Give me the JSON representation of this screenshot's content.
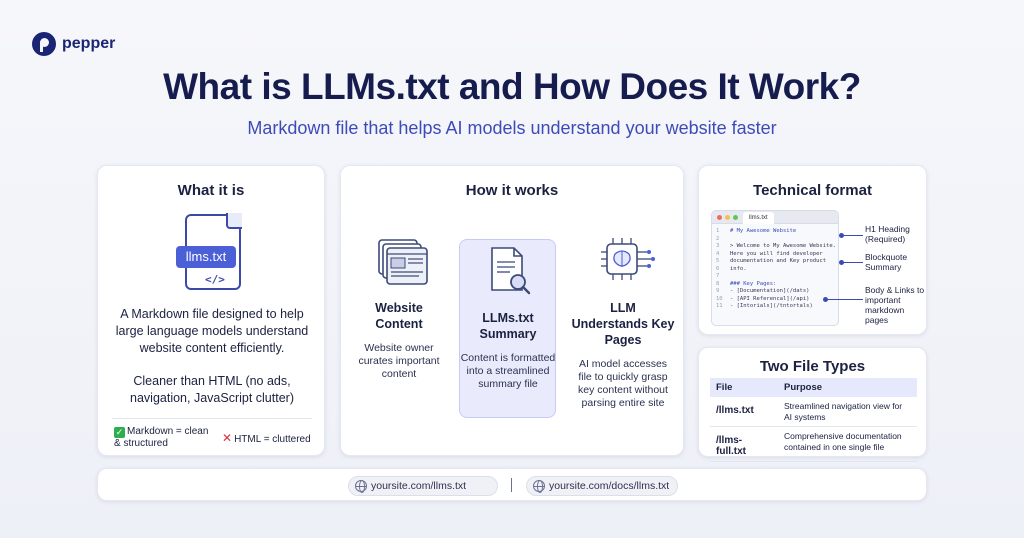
{
  "brand": {
    "name": "pepper",
    "color": "#1a2574"
  },
  "header": {
    "title": "What is LLMs.txt and How Does It Work?",
    "subtitle": "Markdown file that helps AI models understand your website faster"
  },
  "what_it_is": {
    "title": "What it is",
    "file_label": "llms.txt",
    "file_code": "</>",
    "description": "A Markdown file designed to help large language models understand website content efficiently.",
    "description2": "Cleaner than HTML (no ads, navigation, JavaScript clutter)",
    "good": "Markdown = clean & structured",
    "bad": "HTML = cluttered"
  },
  "how_it_works": {
    "title": "How it works",
    "steps": [
      {
        "title": "Website Content",
        "desc": "Website owner curates important content",
        "icon": "webpages-icon"
      },
      {
        "title": "LLMs.txt Summary",
        "desc": "Content is formatted into a streamlined summary file",
        "icon": "document-search-icon"
      },
      {
        "title": "LLM Understands Key Pages",
        "desc": "AI model accesses file to quickly grasp key content without parsing entire site",
        "icon": "ai-chip-icon"
      }
    ]
  },
  "technical_format": {
    "title": "Technical format",
    "tab": "llms.txt",
    "line_numbers": [
      "1",
      "2",
      "3",
      "4",
      "5",
      "6",
      "7",
      "8",
      "9",
      "10",
      "11"
    ],
    "code": [
      "# My Awesome Website",
      "",
      "> Welcome to My Awesome Website.",
      "Here you will find developer",
      "documentation and Key product",
      "info.",
      "",
      "### Key Pages:",
      "- [Documentation](/dats)",
      "- [API Referencal](/api)",
      "- [Intorials](/tntortals)"
    ],
    "annotations": [
      {
        "text": "H1 Heading (Required)"
      },
      {
        "text": "Blockquote Summary"
      },
      {
        "text": "Body & Links to important markdown pages"
      }
    ]
  },
  "file_types": {
    "title": "Two File Types",
    "headers": [
      "File",
      "Purpose"
    ],
    "rows": [
      {
        "file": "/llms.txt",
        "purpose": "Streamlined navigation view for AI systems"
      },
      {
        "file": "/llms-full.txt",
        "purpose": "Comprehensive documentation contained in one single file"
      }
    ]
  },
  "urls": [
    "yoursite.com/llms.txt",
    "yoursite.com/docs/llms.txt"
  ],
  "colors": {
    "accent": "#4b5fd6",
    "title": "#161d4e",
    "subtitle": "#3d4bb8",
    "check": "#2eae4f",
    "cross": "#d8323c"
  }
}
